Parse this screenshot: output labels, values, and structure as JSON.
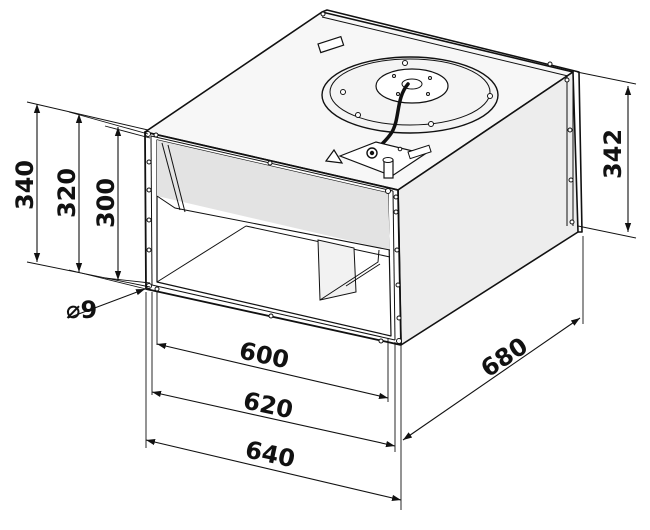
{
  "dimensions": {
    "height_outer": "340",
    "height_middle": "320",
    "height_inner": "300",
    "hole_diameter": "⌀9",
    "width_inner": "600",
    "width_middle": "620",
    "width_outer": "640",
    "depth": "680",
    "rear_height": "342"
  },
  "colors": {
    "line": "#111111",
    "background": "#ffffff"
  }
}
